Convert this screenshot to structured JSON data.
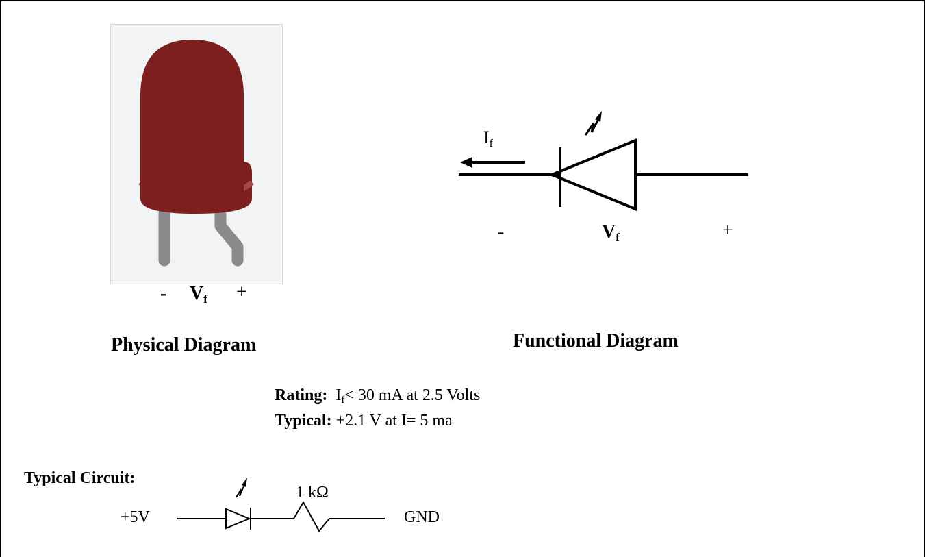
{
  "physical": {
    "neg_label": "-",
    "vf_label": "V",
    "vf_sub": "f",
    "pos_label": "+",
    "title": "Physical Diagram",
    "led_color": "#7d1f1f",
    "led_rim_color": "#a04a4a",
    "lead_color": "#8a8a8a",
    "background_color": "#f2f3f5"
  },
  "functional": {
    "current_label": "I",
    "current_sub": "f",
    "neg_label": "-",
    "vf_label": "V",
    "vf_sub": "f",
    "pos_label": "+",
    "title": "Functional Diagram"
  },
  "rating": {
    "label": "Rating:",
    "i_symbol": "I",
    "i_sub": "f",
    "text": "< 30 mA  at 2.5 Volts"
  },
  "typical": {
    "label": "Typical:",
    "text": "+2.1 V at I= 5 ma"
  },
  "circuit": {
    "title": "Typical Circuit:",
    "source_label": "+5V",
    "resistor_label": "1 kΩ",
    "ground_label": "GND"
  }
}
